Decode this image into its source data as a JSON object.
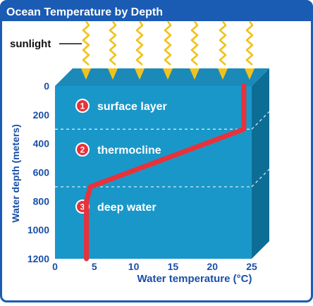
{
  "header": {
    "title": "Ocean Temperature by Depth"
  },
  "sunlight_label": "sunlight",
  "layers": [
    {
      "number": "1",
      "label": "surface layer"
    },
    {
      "number": "2",
      "label": "thermocline"
    },
    {
      "number": "3",
      "label": "deep water"
    }
  ],
  "chart_data": {
    "type": "line",
    "title": "Ocean Temperature by Depth",
    "xlabel": "Water temperature (°C)",
    "ylabel": "Water depth (meters)",
    "xlim": [
      0,
      25
    ],
    "ylim": [
      0,
      1200
    ],
    "x_ticks": [
      "0",
      "5",
      "10",
      "15",
      "20",
      "25"
    ],
    "y_ticks": [
      "0",
      "200",
      "400",
      "600",
      "800",
      "1000",
      "1200"
    ],
    "y_inverted": true,
    "layer_boundaries_m": [
      300,
      700
    ],
    "series": [
      {
        "x": [
          24,
          24,
          4.5,
          4,
          4
        ],
        "y": [
          0,
          300,
          700,
          800,
          1200
        ]
      }
    ]
  },
  "colors": {
    "header_bg": "#1a5bb4",
    "header_text": "#ffffff",
    "block_front": "#1a97c9",
    "block_top": "#1c8ab8",
    "block_side": "#0d6e95",
    "profile_line": "#e8323a",
    "sun_rays": "#f2c21a",
    "axis_text": "#1a4fa8",
    "border": "#1a5bb4"
  }
}
